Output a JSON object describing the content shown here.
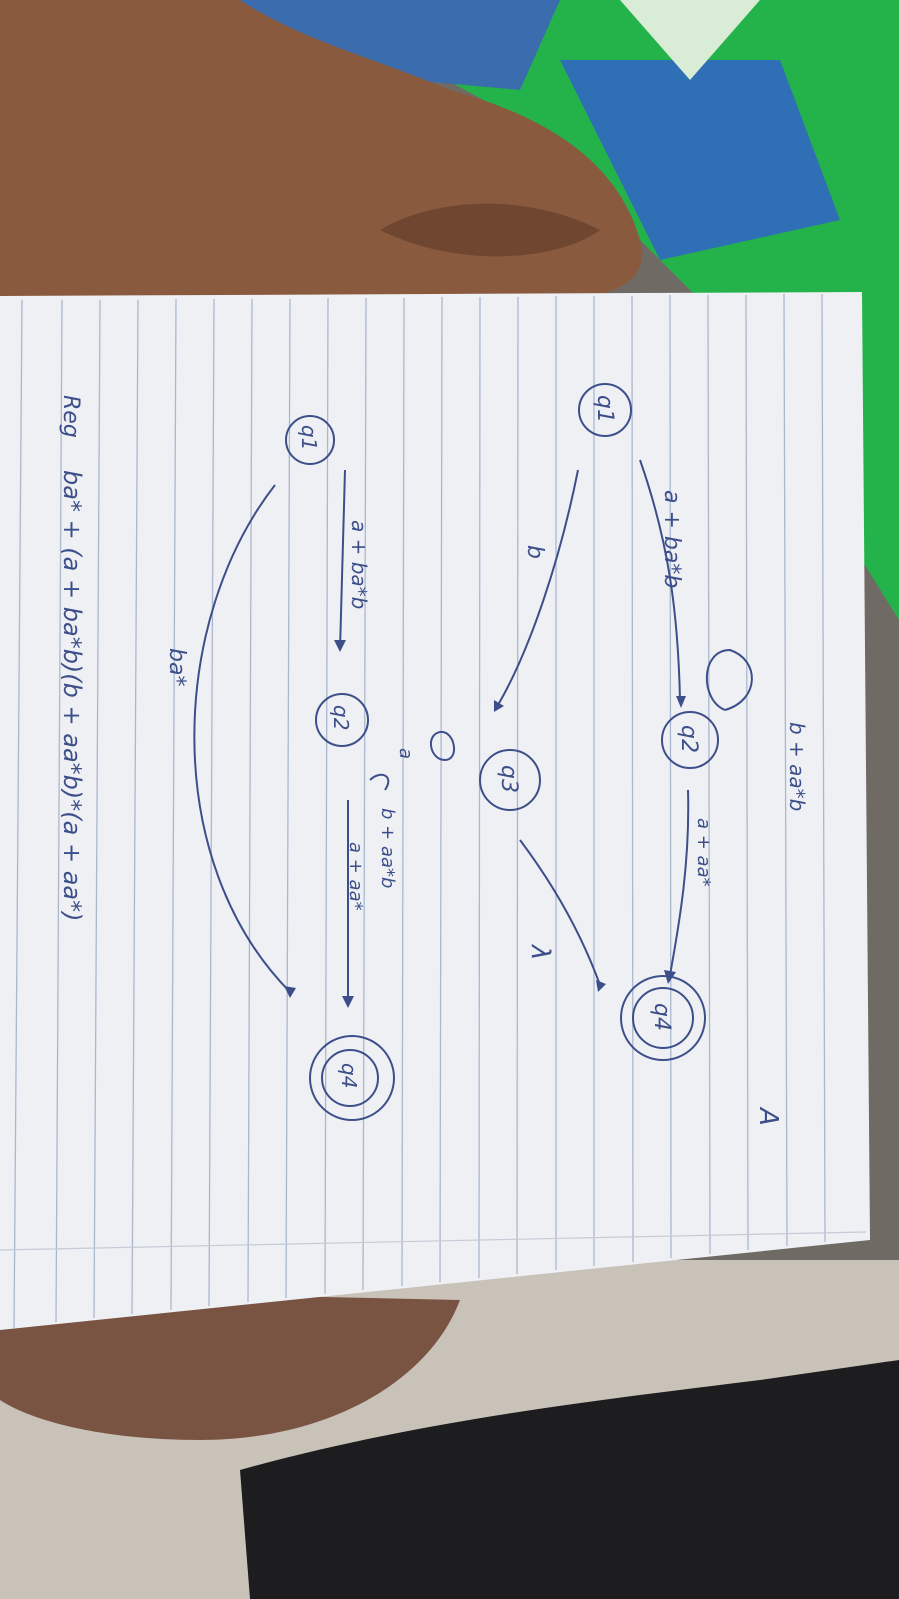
{
  "photo": {
    "description_colors": {
      "paper": "#eef0f4",
      "rule_line": "#a9b8cf",
      "ink": "#3d4f8a",
      "cloth_green": "#23b34a",
      "cloth_blue": "#2f6fb5",
      "skin": "#8a5a3e",
      "floor": "#c9c2b8",
      "shadow": "#1d1c1e"
    }
  },
  "diagram_top": {
    "states": [
      "q1",
      "q2",
      "q3",
      "q4"
    ],
    "edges": [
      {
        "from": "q1",
        "to": "q2",
        "label": "a + ba*b"
      },
      {
        "from": "q1",
        "to": "q3",
        "label": "b"
      },
      {
        "from": "q2",
        "to": "q2",
        "label": "b + aa*b"
      },
      {
        "from": "q2",
        "to": "q4",
        "label": "a + aa*"
      },
      {
        "from": "q3",
        "to": "q3",
        "label": "a"
      },
      {
        "from": "q3",
        "to": "q4",
        "label": "λ"
      }
    ]
  },
  "diagram_bottom": {
    "states": [
      "q1",
      "q2",
      "q4"
    ],
    "edges": [
      {
        "from": "q1",
        "to": "q2",
        "label": "a + ba*b"
      },
      {
        "from": "q1",
        "to": "q4",
        "label": "ba*"
      },
      {
        "from": "q2",
        "to": "q2",
        "label": "b + aa*b"
      },
      {
        "from": "q2",
        "to": "q4",
        "label": "a + aa*"
      }
    ]
  },
  "expression": {
    "prefix": "Reg",
    "text": "ba*  +  (a + ba*b)(b + aa*b)*(a + aa*)"
  },
  "corner_mark": "A"
}
